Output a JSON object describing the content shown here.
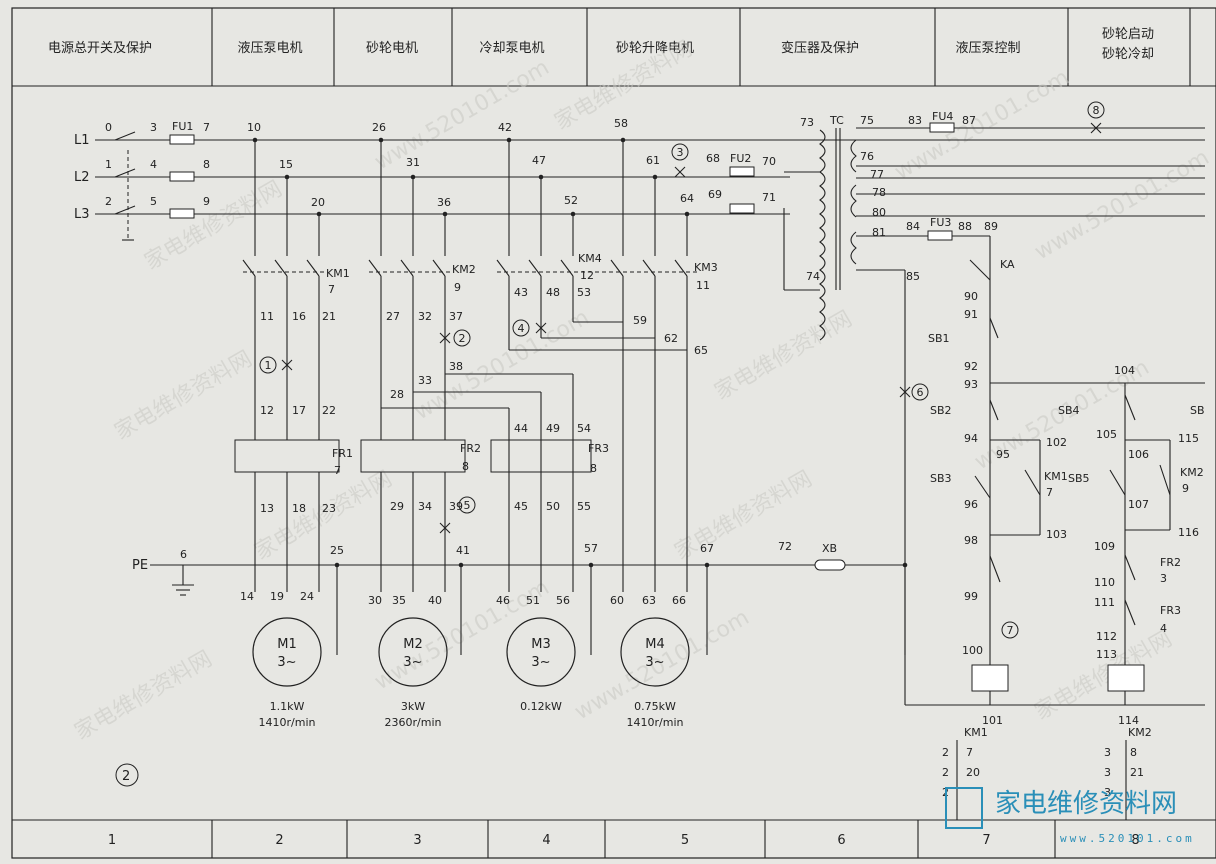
{
  "header_sections": [
    "电源总开关及保护",
    "液压泵电机",
    "砂轮电机",
    "冷却泵电机",
    "砂轮升降电机",
    "变压器及保护",
    "液压泵控制",
    "砂轮启动",
    "砂轮冷却"
  ],
  "footer_cells": [
    "1",
    "2",
    "3",
    "4",
    "5",
    "6",
    "7",
    "8"
  ],
  "lines": [
    "L1",
    "L2",
    "L3",
    "PE"
  ],
  "fuses": [
    "FU1",
    "FU2",
    "FU3",
    "FU4"
  ],
  "contactors": [
    "KM1",
    "KM2",
    "KM3",
    "KM4"
  ],
  "contactor_refs": {
    "KM1": "7",
    "KM2": "9",
    "KM4": "12",
    "KM3": "11"
  },
  "relays": [
    "FR1",
    "FR2",
    "FR3"
  ],
  "relay_refs": {
    "FR1": "7",
    "FR2": "8",
    "FR3": "8"
  },
  "transformer": "TC",
  "connector": "XB",
  "ka": "KA",
  "buttons": [
    "SB1",
    "SB2",
    "SB3",
    "SB4",
    "SB5",
    "SB"
  ],
  "fault_marks": [
    "1",
    "2",
    "3",
    "4",
    "5",
    "6",
    "7",
    "8"
  ],
  "page_mark": "2",
  "motors": [
    {
      "name": "M1",
      "phase": "3~",
      "rating": "1.1kW",
      "speed": "1410r/min"
    },
    {
      "name": "M2",
      "phase": "3~",
      "rating": "3kW",
      "speed": "2360r/min"
    },
    {
      "name": "M3",
      "phase": "3~",
      "rating": "0.12kW",
      "speed": ""
    },
    {
      "name": "M4",
      "phase": "3~",
      "rating": "0.75kW",
      "speed": "1410r/min"
    }
  ],
  "coil_refs": {
    "KM1": {
      "name": "KM1",
      "left": [
        "2",
        "2",
        "2"
      ],
      "right": [
        "7",
        "20"
      ]
    },
    "KM2": {
      "name": "KM2",
      "left": [
        "3",
        "3",
        "3"
      ],
      "right": [
        "8",
        "21"
      ]
    }
  },
  "ctrl_labels": {
    "km1_aux": "KM1",
    "km1_aux_ref": "7",
    "km2_aux": "KM2",
    "km2_aux_ref": "9",
    "fr2_c": "FR2",
    "fr2_ref": "3",
    "fr3_c": "FR3",
    "fr3_ref": "4"
  },
  "watermark_cn": "家电维修资料网",
  "watermark_en": "www.520101.com",
  "logo": "家电维修资料网",
  "logo_url": "www.520101.com"
}
